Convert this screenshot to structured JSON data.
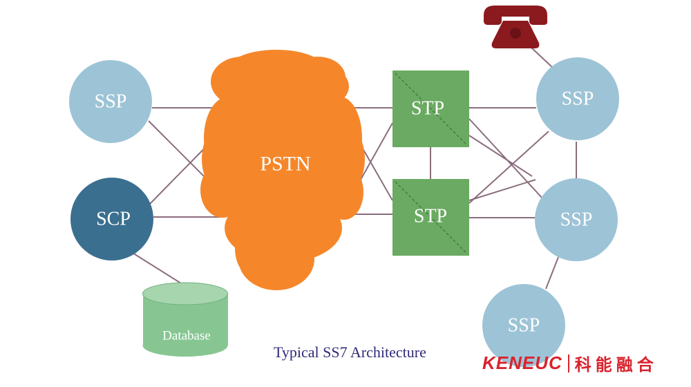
{
  "caption": "Typical SS7 Architecture",
  "logo": {
    "latin": "KENEUC",
    "chinese": "科能融合"
  },
  "nodes": {
    "ssp_left": "SSP",
    "scp": "SCP",
    "pstn": "PSTN",
    "stp_top": "STP",
    "stp_bottom": "STP",
    "ssp_right_top": "SSP",
    "ssp_right_mid": "SSP",
    "ssp_right_bottom": "SSP",
    "database": "Database"
  },
  "icons": {
    "telephone": "telephone-icon"
  },
  "colors": {
    "ssp": "#9dc3d6",
    "scp": "#3b6f8f",
    "pstn": "#f5872a",
    "stp": "#6aaa62",
    "database": "#87c693",
    "link": "#8a6d7d",
    "phone": "#8b1a1f",
    "caption": "#2e2a78",
    "logo": "#d9232d"
  }
}
